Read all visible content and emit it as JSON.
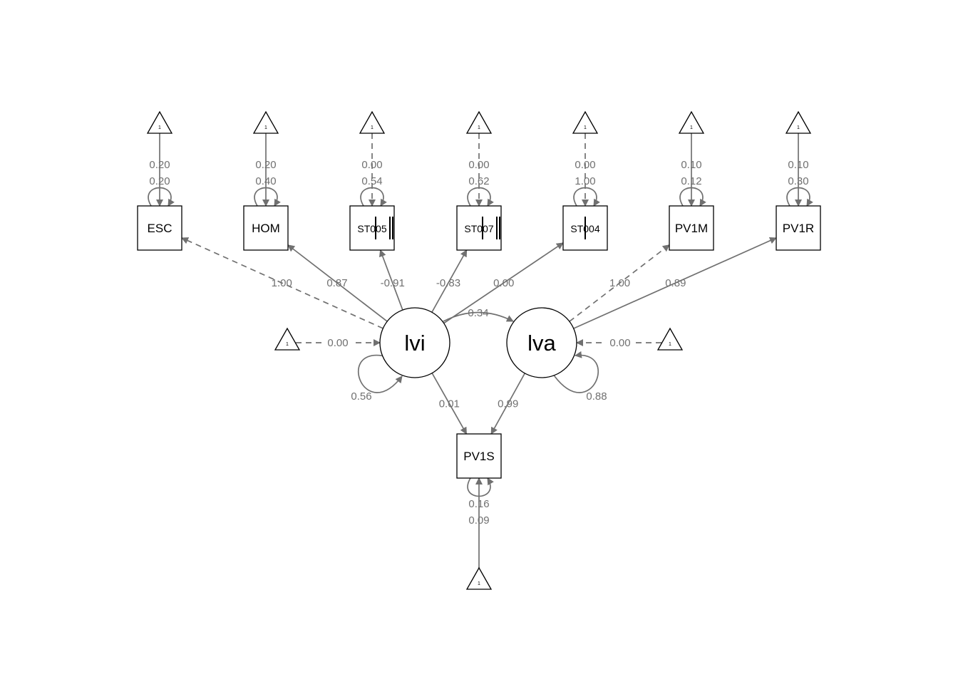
{
  "colors": {
    "edge": "#707070",
    "node_stroke": "#000000",
    "background": "#ffffff"
  },
  "triangle_label": "1",
  "latents": [
    {
      "id": "lvi",
      "label": "lvi"
    },
    {
      "id": "lva",
      "label": "lva"
    }
  ],
  "indicators": [
    {
      "id": "ESC",
      "label": "ESC",
      "thresholds": 0
    },
    {
      "id": "HOM",
      "label": "HOM",
      "thresholds": 0
    },
    {
      "id": "ST005",
      "label": "ST005",
      "thresholds": 3
    },
    {
      "id": "ST007",
      "label": "ST007",
      "thresholds": 3
    },
    {
      "id": "ST004",
      "label": "ST004",
      "thresholds": 1
    },
    {
      "id": "PV1M",
      "label": "PV1M",
      "thresholds": 0
    },
    {
      "id": "PV1R",
      "label": "PV1R",
      "thresholds": 0
    },
    {
      "id": "PV1S",
      "label": "PV1S",
      "thresholds": 0
    }
  ],
  "loadings": [
    {
      "from": "lvi",
      "to": "ESC",
      "value": "1.00",
      "dashed": true
    },
    {
      "from": "lvi",
      "to": "HOM",
      "value": "0.87",
      "dashed": false
    },
    {
      "from": "lvi",
      "to": "ST005",
      "value": "-0.91",
      "dashed": false
    },
    {
      "from": "lvi",
      "to": "ST007",
      "value": "-0.83",
      "dashed": false
    },
    {
      "from": "lvi",
      "to": "ST004",
      "value": "0.00",
      "dashed": false
    },
    {
      "from": "lva",
      "to": "PV1M",
      "value": "1.00",
      "dashed": true
    },
    {
      "from": "lva",
      "to": "PV1R",
      "value": "0.89",
      "dashed": false
    },
    {
      "from": "lvi",
      "to": "PV1S",
      "value": "0.01",
      "dashed": false
    },
    {
      "from": "lva",
      "to": "PV1S",
      "value": "0.99",
      "dashed": false
    }
  ],
  "indicator_intercepts": [
    {
      "node": "ESC",
      "value": "0.20",
      "dashed": false
    },
    {
      "node": "HOM",
      "value": "0.20",
      "dashed": false
    },
    {
      "node": "ST005",
      "value": "0.00",
      "dashed": true
    },
    {
      "node": "ST007",
      "value": "0.00",
      "dashed": true
    },
    {
      "node": "ST004",
      "value": "0.00",
      "dashed": true
    },
    {
      "node": "PV1M",
      "value": "0.10",
      "dashed": false
    },
    {
      "node": "PV1R",
      "value": "0.10",
      "dashed": false
    },
    {
      "node": "PV1S",
      "value": "0.09",
      "dashed": false
    }
  ],
  "indicator_residuals": [
    {
      "node": "ESC",
      "value": "0.20"
    },
    {
      "node": "HOM",
      "value": "0.40"
    },
    {
      "node": "ST005",
      "value": "0.54"
    },
    {
      "node": "ST007",
      "value": "0.62"
    },
    {
      "node": "ST004",
      "value": "1.00"
    },
    {
      "node": "PV1M",
      "value": "0.12"
    },
    {
      "node": "PV1R",
      "value": "0.30"
    },
    {
      "node": "PV1S",
      "value": "0.16"
    }
  ],
  "latent_intercepts": [
    {
      "node": "lvi",
      "value": "0.00",
      "dashed": true
    },
    {
      "node": "lva",
      "value": "0.00",
      "dashed": true
    }
  ],
  "latent_variances": [
    {
      "node": "lvi",
      "value": "0.56"
    },
    {
      "node": "lva",
      "value": "0.88"
    }
  ],
  "covariance": {
    "from": "lvi",
    "to": "lva",
    "value": "0.34"
  }
}
